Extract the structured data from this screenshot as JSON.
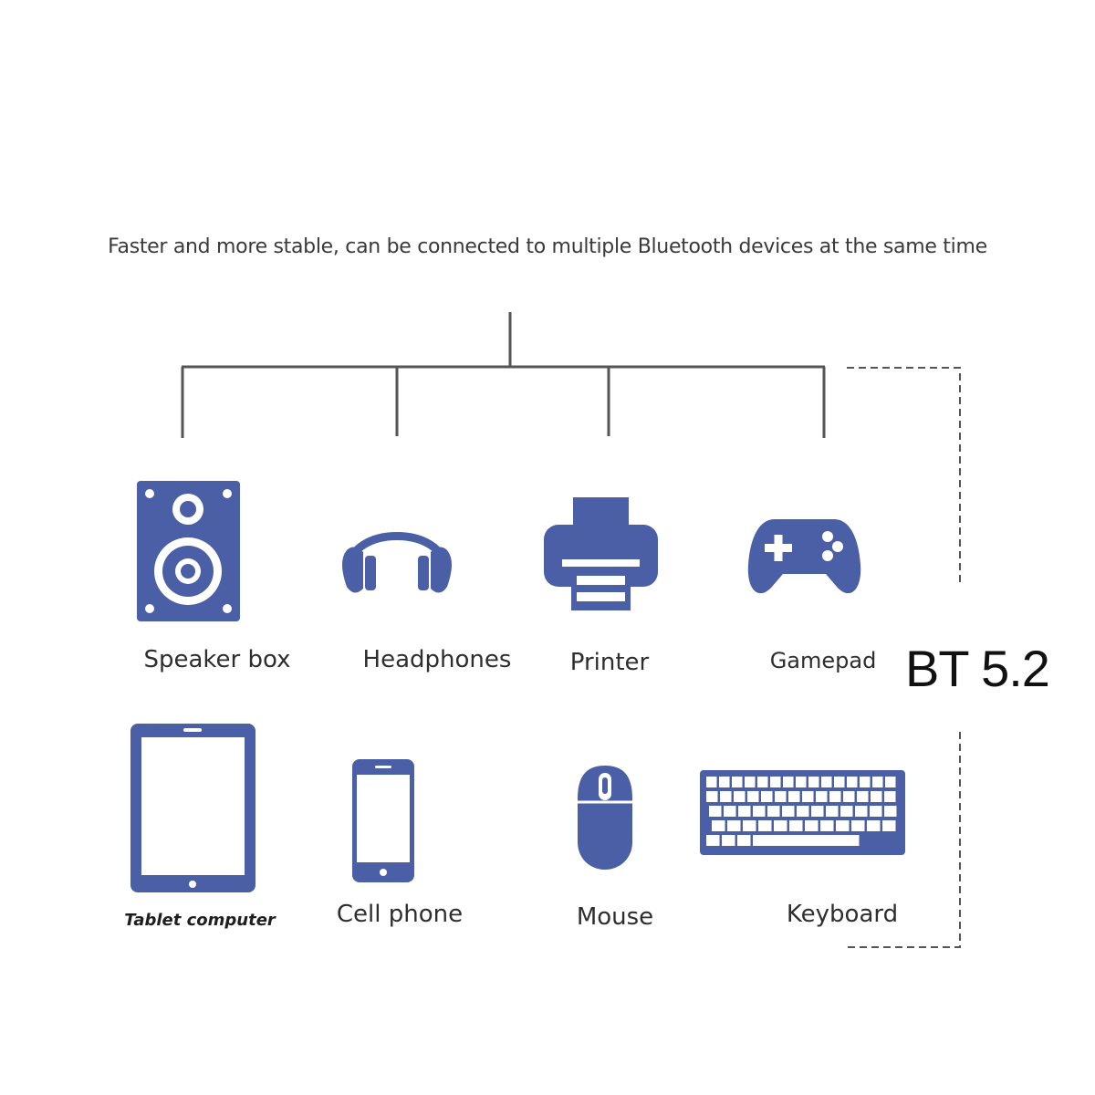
{
  "headline": "Faster and more stable, can be connected to multiple Bluetooth devices at the same time",
  "version_label": "BT 5.2",
  "colors": {
    "icon": "#4b5fa6",
    "line": "#555555",
    "dash": "#555555"
  },
  "devices": [
    {
      "label": "Speaker box",
      "icon": "speaker-icon"
    },
    {
      "label": "Headphones",
      "icon": "headphones-icon"
    },
    {
      "label": "Printer",
      "icon": "printer-icon"
    },
    {
      "label": "Gamepad",
      "icon": "gamepad-icon"
    },
    {
      "label": "Tablet computer",
      "icon": "tablet-icon"
    },
    {
      "label": "Cell phone",
      "icon": "phone-icon"
    },
    {
      "label": "Mouse",
      "icon": "mouse-icon"
    },
    {
      "label": "Keyboard",
      "icon": "keyboard-icon"
    }
  ]
}
